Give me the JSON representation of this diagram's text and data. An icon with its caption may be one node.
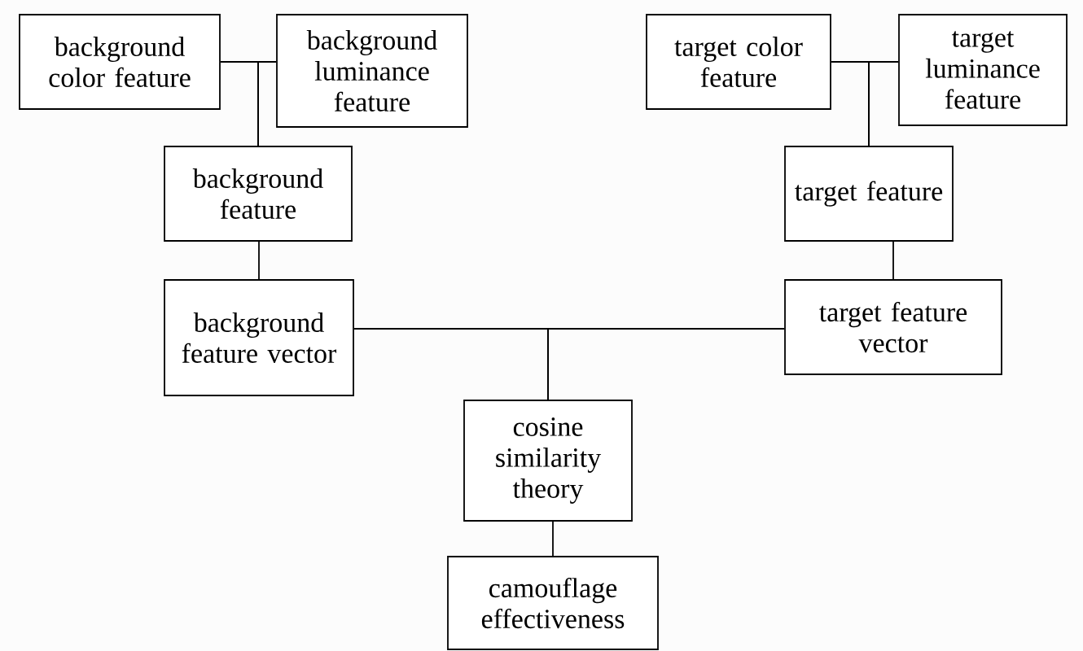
{
  "diagram": {
    "nodes": [
      {
        "text": [
          "background color feature"
        ]
      },
      {
        "text": [
          "background luminance feature"
        ]
      },
      {
        "text": [
          "background feature"
        ]
      },
      {
        "text": [
          "background feature vector"
        ]
      },
      {
        "text": [
          "target color feature"
        ]
      },
      {
        "text": [
          "target luminance feature"
        ]
      },
      {
        "text": [
          "target feature"
        ]
      },
      {
        "text": [
          "target feature vector"
        ]
      },
      {
        "text": [
          "cosine similarity theory"
        ]
      },
      {
        "text": [
          "camouflage effectiveness"
        ]
      }
    ],
    "edges": [
      {
        "from": 0,
        "to": 2,
        "arrow": "none"
      },
      {
        "from": 1,
        "to": 2,
        "arrow": "none"
      },
      {
        "from": 2,
        "to": 3,
        "arrow": "none"
      },
      {
        "from": 4,
        "to": 6,
        "arrow": "none"
      },
      {
        "from": 5,
        "to": 6,
        "arrow": "none"
      },
      {
        "from": 6,
        "to": 7,
        "arrow": "none"
      },
      {
        "from": 3,
        "to": 8,
        "arrow": "none"
      },
      {
        "from": 7,
        "to": 8,
        "arrow": "none"
      },
      {
        "from": 8,
        "to": 9,
        "arrow": "none"
      }
    ]
  }
}
